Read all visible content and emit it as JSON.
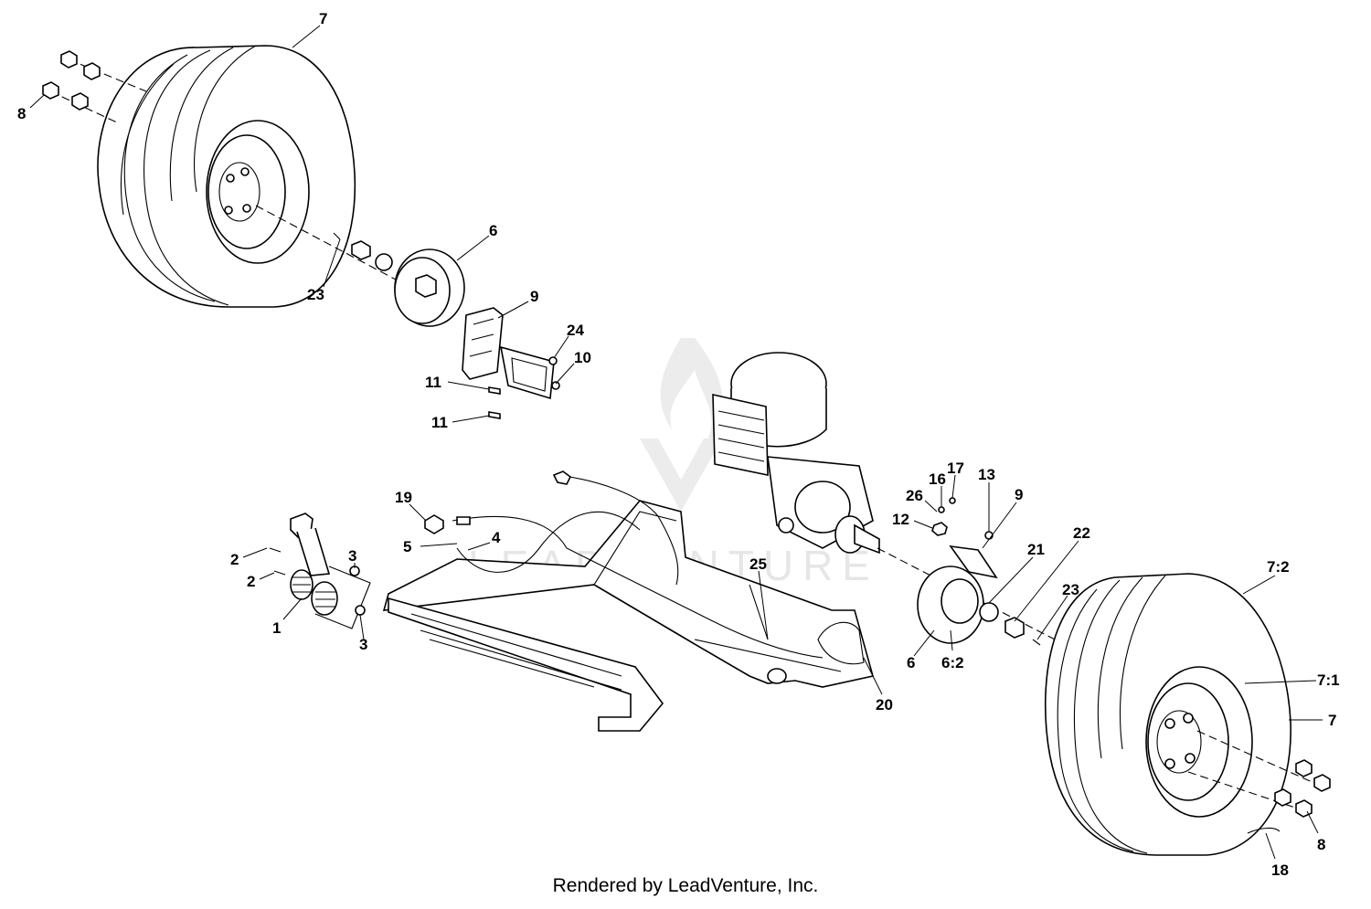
{
  "watermark": "LEADVENTURE",
  "footer": "Rendered by LeadVenture, Inc.",
  "callouts": [
    "7",
    "8",
    "6",
    "23",
    "9",
    "24",
    "10",
    "11",
    "11",
    "19",
    "5",
    "4",
    "2",
    "2",
    "3",
    "3",
    "1",
    "17",
    "16",
    "26",
    "13",
    "9",
    "12",
    "21",
    "22",
    "25",
    "23",
    "7:2",
    "6",
    "6:2",
    "20",
    "7:1",
    "7",
    "8",
    "18"
  ]
}
